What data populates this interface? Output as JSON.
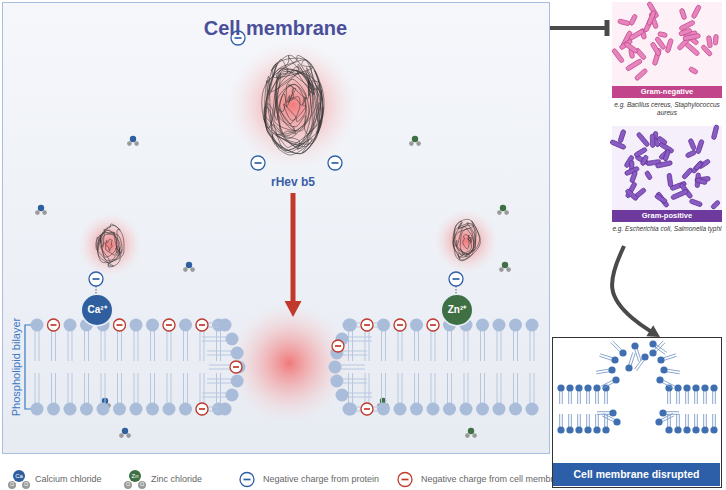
{
  "diagram": {
    "nodes": [
      {
        "text": [
          "Cell membrane"
        ]
      },
      {
        "text": [
          "rHev b5"
        ],
        "in": 0
      },
      {
        "text": [
          "Ca²⁺"
        ],
        "in": 0
      },
      {
        "text": [
          "Zn²⁺"
        ],
        "in": 0
      },
      {
        "text": [
          "Phospholipid bilayer"
        ],
        "in": 0
      },
      {
        "text": [
          "Gram-negative",
          "e.g. Bacillus cereus, Staphylococcus aureus"
        ]
      },
      {
        "text": [
          "Gram-positive",
          "e.g. Escherichia coli, Salmonella typhi"
        ]
      },
      {
        "text": [
          "Cell membrane disrupted"
        ]
      }
    ],
    "edges": [
      {
        "from": 1,
        "to": 4,
        "arrow": "to"
      },
      {
        "from": 0,
        "to": 5,
        "arrow": "to"
      },
      {
        "from": 6,
        "to": 7,
        "arrow": "to"
      }
    ],
    "labels": [
      "Ca",
      "Cl",
      "Cl",
      "Zn",
      "Cl",
      "Cl"
    ],
    "legend": [
      {
        "text": "Calcium chloride"
      },
      {
        "text": "Zinc chloride"
      },
      {
        "text": "Negative charge from protein"
      },
      {
        "text": "Negative charge from cell membrane"
      }
    ]
  }
}
